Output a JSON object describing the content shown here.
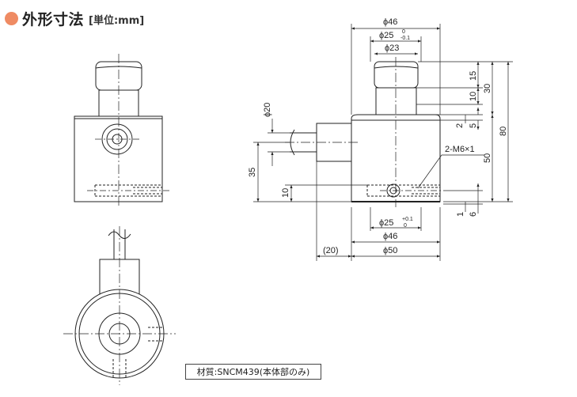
{
  "header": {
    "title": "外形寸法",
    "unit": "[単位:mm]",
    "accent_color": "#ef8b63"
  },
  "dimensions": {
    "top_phi46": "ϕ46",
    "top_phi25": "ϕ25",
    "top_phi25_tol_upper": "0",
    "top_phi25_tol_lower": "-0.1",
    "top_phi23": "ϕ23",
    "v15": "15",
    "v30": "30",
    "v10_right": "10",
    "v2": "2",
    "v5": "5",
    "v50": "50",
    "v80": "80",
    "thread": "2-M6×1",
    "v1": "1",
    "v6": "6",
    "left_phi20": "ϕ20",
    "left_35": "35",
    "left_10": "10",
    "bottom_phi25": "ϕ25",
    "bottom_phi25_tol_upper": "+0.1",
    "bottom_phi25_tol_lower": "0",
    "bottom_phi46": "ϕ46",
    "bottom_20": "(20)",
    "bottom_phi50": "ϕ50"
  },
  "material": {
    "label": "材質:SNCM439(本体部のみ)"
  }
}
